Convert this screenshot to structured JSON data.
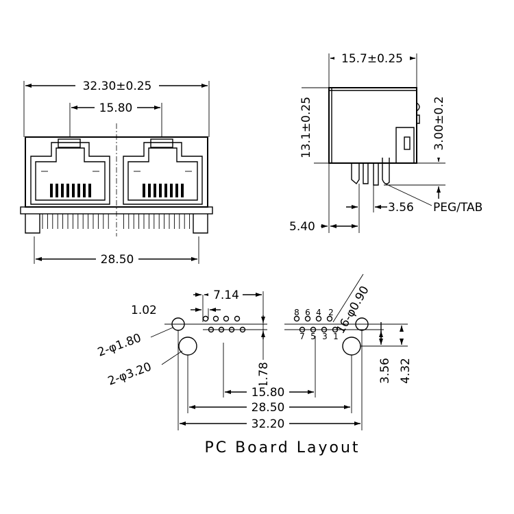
{
  "front_view": {
    "overall_width": "32.30±0.25",
    "port_pitch": "15.80",
    "pin_span": "28.50"
  },
  "side_view": {
    "depth": "15.7±0.25",
    "height": "13.1±0.25",
    "tab_height": "3.00±0.2",
    "peg_offset": "3.56",
    "peg_label": "PEG/TAB",
    "front_offset": "5.40"
  },
  "pcb_layout": {
    "pin_pitch": "7.14",
    "pin_offset": "1.02",
    "small_holes": "2-φ1.80",
    "large_holes": "2-φ3.20",
    "pin_holes": "16-φ0.90",
    "row_spacing": "1.78",
    "port_pitch": "15.80",
    "peg_span": "28.50",
    "overall": "32.20",
    "vert_356": "3.56",
    "vert_432": "4.32",
    "pin_numbers_top": [
      "8",
      "6",
      "4",
      "2"
    ],
    "pin_numbers_bottom": [
      "7",
      "5",
      "3",
      "1"
    ],
    "title": "PC Board Layout"
  }
}
